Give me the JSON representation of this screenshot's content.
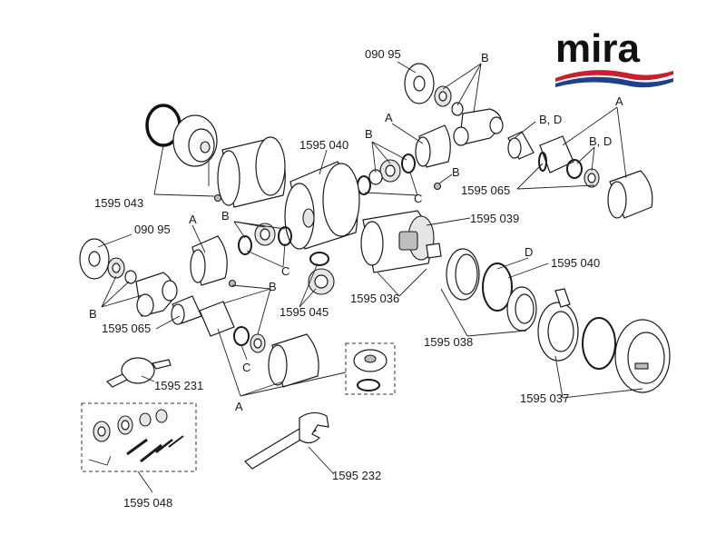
{
  "brand": {
    "logo_text": "mira",
    "colors": {
      "wave_red": "#c8202e",
      "wave_blue": "#1f3f8f",
      "ink": "#111111"
    }
  },
  "labels": {
    "p09095_top": "090 95",
    "b_top": "B",
    "a_top_mid": "A",
    "b_mid": "B",
    "bd_top": "B, D",
    "a_right_top": "A",
    "bd_right": "B, D",
    "b_small": "B",
    "p1595065_top": "1595 065",
    "c_mid": "C",
    "p1595040_top": "1595 040",
    "p1595043": "1595 043",
    "p1595039": "1595 039",
    "a_left": "A",
    "b_left_mid": "B",
    "p09095_left": "090 95",
    "c_left": "C",
    "d_right": "D",
    "p1595040_right": "1595 040",
    "b_left": "B",
    "p1595065_left": "1595 065",
    "b_lower": "B",
    "p1595045": "1595 045",
    "p1595036": "1595 036",
    "c_lower": "C",
    "p1595038": "1595 038",
    "p1595231": "1595 231",
    "a_bottom": "A",
    "p1595037": "1595 037",
    "p1595048": "1595 048",
    "p1595232": "1595 232"
  }
}
